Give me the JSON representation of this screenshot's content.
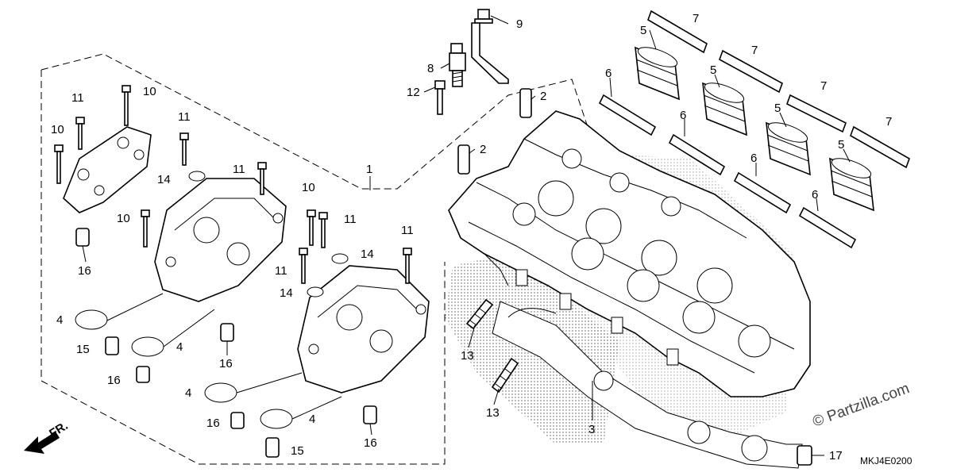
{
  "diagram": {
    "code": "MKJ4E0200",
    "watermark": "© Partzilla.com",
    "front_indicator": "FR."
  },
  "callouts": [
    {
      "id": "c9",
      "text": "9"
    },
    {
      "id": "c8",
      "text": "8"
    },
    {
      "id": "c12",
      "text": "12"
    },
    {
      "id": "c2a",
      "text": "2"
    },
    {
      "id": "c2b",
      "text": "2"
    },
    {
      "id": "c1",
      "text": "1"
    },
    {
      "id": "c3",
      "text": "3"
    },
    {
      "id": "c13a",
      "text": "13"
    },
    {
      "id": "c13b",
      "text": "13"
    },
    {
      "id": "c17",
      "text": "17"
    },
    {
      "id": "c7a",
      "text": "7"
    },
    {
      "id": "c7b",
      "text": "7"
    },
    {
      "id": "c7c",
      "text": "7"
    },
    {
      "id": "c7d",
      "text": "7"
    },
    {
      "id": "c5a",
      "text": "5"
    },
    {
      "id": "c5b",
      "text": "5"
    },
    {
      "id": "c5c",
      "text": "5"
    },
    {
      "id": "c5d",
      "text": "5"
    },
    {
      "id": "c6a",
      "text": "6"
    },
    {
      "id": "c6b",
      "text": "6"
    },
    {
      "id": "c6c",
      "text": "6"
    },
    {
      "id": "c6d",
      "text": "6"
    },
    {
      "id": "c10a",
      "text": "10"
    },
    {
      "id": "c10b",
      "text": "10"
    },
    {
      "id": "c10c",
      "text": "10"
    },
    {
      "id": "c10d",
      "text": "10"
    },
    {
      "id": "c11a",
      "text": "11"
    },
    {
      "id": "c11b",
      "text": "11"
    },
    {
      "id": "c11c",
      "text": "11"
    },
    {
      "id": "c11d",
      "text": "11"
    },
    {
      "id": "c11e",
      "text": "11"
    },
    {
      "id": "c14a",
      "text": "14"
    },
    {
      "id": "c14b",
      "text": "14"
    },
    {
      "id": "c14c",
      "text": "14"
    },
    {
      "id": "c16a",
      "text": "16"
    },
    {
      "id": "c16b",
      "text": "16"
    },
    {
      "id": "c16c",
      "text": "16"
    },
    {
      "id": "c16d",
      "text": "16"
    },
    {
      "id": "c16e",
      "text": "16"
    },
    {
      "id": "c15a",
      "text": "15"
    },
    {
      "id": "c15b",
      "text": "15"
    },
    {
      "id": "c4a",
      "text": "4"
    },
    {
      "id": "c4b",
      "text": "4"
    },
    {
      "id": "c4c",
      "text": "4"
    },
    {
      "id": "c4d",
      "text": "4"
    }
  ]
}
